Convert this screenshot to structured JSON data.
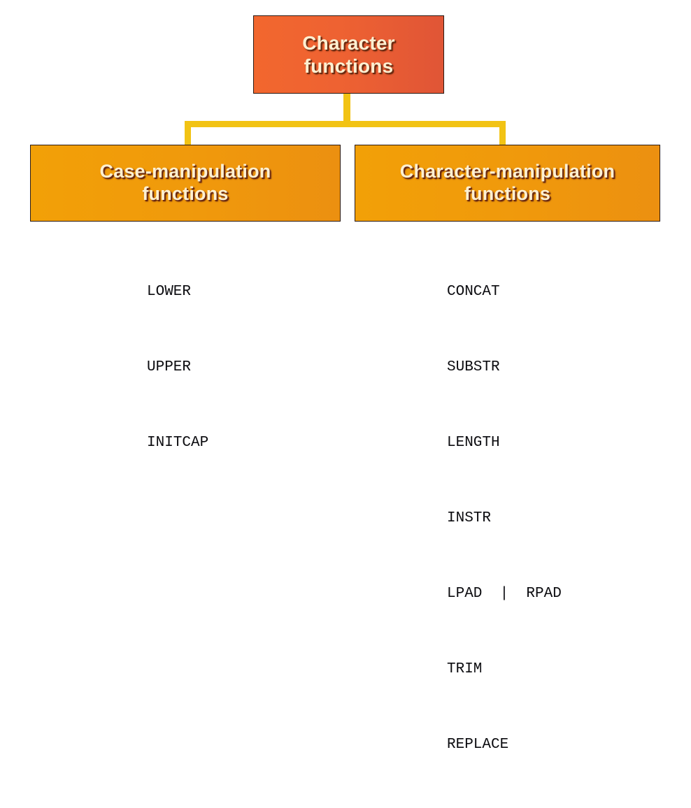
{
  "diagram": {
    "type": "hierarchy-tree",
    "background_color": "#ffffff",
    "connector_color": "#F2C314",
    "root": {
      "label": "Character\nfunctions",
      "fill_start": "#F2672E",
      "fill_end": "#E05536",
      "text_color": "#FDF0D2",
      "border_color": "#2a1a14"
    },
    "children": [
      {
        "id": "case-manipulation",
        "label": "Case-manipulation\nfunctions",
        "fill_start": "#F2A007",
        "fill_end": "#EC9010",
        "text_color": "#FDF0D2",
        "border_color": "#2a1a14",
        "functions": [
          "LOWER",
          "UPPER",
          "INITCAP"
        ]
      },
      {
        "id": "character-manipulation",
        "label": "Character-manipulation\nfunctions",
        "fill_start": "#F2A007",
        "fill_end": "#EC9010",
        "text_color": "#FDF0D2",
        "border_color": "#2a1a14",
        "functions": [
          "CONCAT",
          "SUBSTR",
          "LENGTH",
          "INSTR",
          "LPAD  |  RPAD",
          "TRIM",
          "REPLACE"
        ]
      }
    ]
  }
}
